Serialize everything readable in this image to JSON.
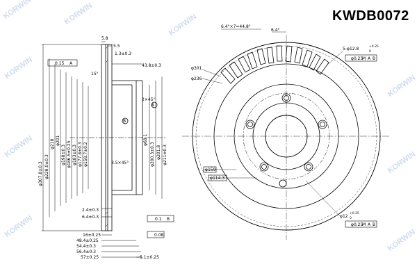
{
  "part_number": "KWDB0072",
  "watermark": "KORWIN",
  "side_view": {
    "top": [
      "5.8",
      "5.5",
      "1.3±0.3",
      "0.15",
      "A",
      "15°"
    ],
    "vertical": [
      "φ307.8±0.3",
      "φ228.0±0.3",
      "φ218",
      "φ201",
      "φ198±0.3",
      "φ186.5±0.25",
      "φ183±0.3",
      "φ177.8±0.3",
      "φ158.7±0.2"
    ],
    "right": [
      "43.8±0.3",
      "2×45°",
      "φ68.1",
      "φ200.3±0.3",
      "φ201.8",
      "φ211±0.3",
      "3.5×45°"
    ],
    "bottom": [
      "2.4±0.3",
      "6.4±0.3",
      "16±0.25",
      "48.4±0.25",
      "54.4±0.3",
      "56.4±0.3",
      "57±0.25",
      "5.1±0.25",
      "0.1",
      "0.08",
      "B"
    ],
    "markers": [
      "A",
      "B"
    ]
  },
  "front_view": {
    "top": [
      "6.4°×7=44.8°",
      "6.4°",
      "5-φ12.8",
      "+0.25",
      "0",
      "φ0.25",
      "M",
      "A",
      "B"
    ],
    "left": [
      "φ301",
      "φ236"
    ],
    "mid": [
      "φ159",
      "φ114.3"
    ],
    "bottom": [
      "φ12",
      "+0.25",
      "0",
      "φ0.25",
      "M",
      "A",
      "B"
    ]
  }
}
